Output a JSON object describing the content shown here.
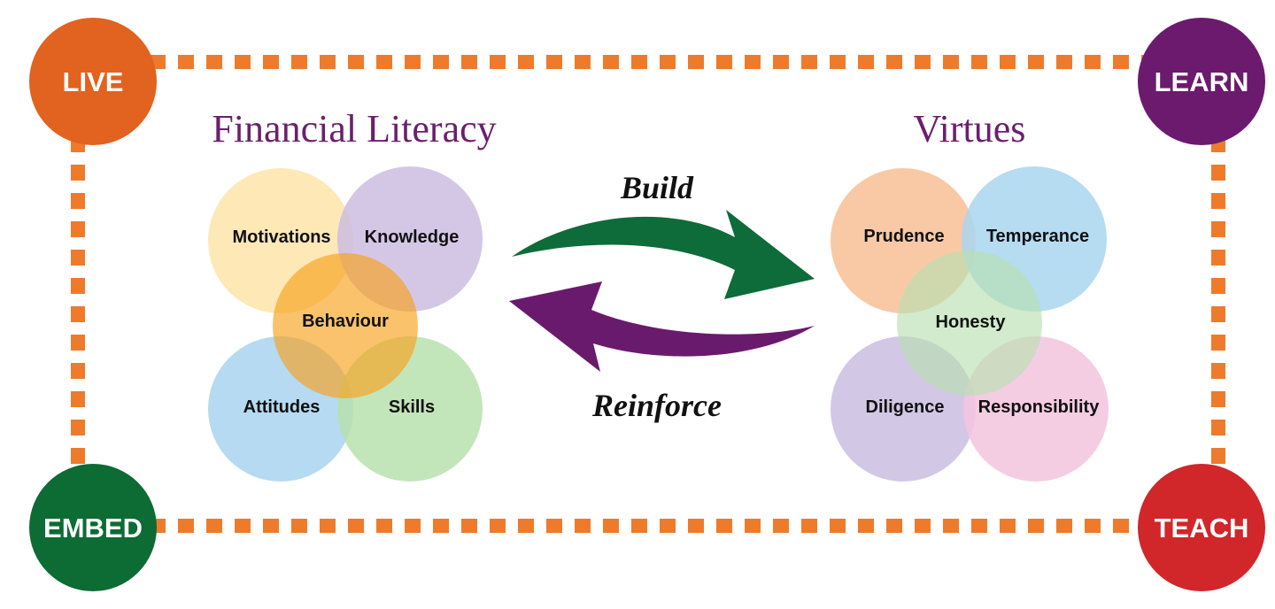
{
  "colors": {
    "border": "#ee7b2c",
    "title": "#6b1f6e",
    "build_arrow": "#0e6b3a",
    "reinforce_arrow": "#6a1a6d",
    "live": "#e2621f",
    "learn": "#6b1a6e",
    "embed": "#0d6b34",
    "teach": "#d1262a"
  },
  "corners": {
    "live": "LIVE",
    "learn": "LEARN",
    "embed": "EMBED",
    "teach": "TEACH"
  },
  "financial_literacy": {
    "title": "Financial Literacy",
    "circles": {
      "motivations": {
        "label": "Motivations",
        "color": "#fde4a9"
      },
      "knowledge": {
        "label": "Knowledge",
        "color": "#cdbde2"
      },
      "behaviour": {
        "label": "Behaviour",
        "color": "#f7a21b"
      },
      "attitudes": {
        "label": "Attitudes",
        "color": "#a8d4f0"
      },
      "skills": {
        "label": "Skills",
        "color": "#b9e0ae"
      }
    }
  },
  "virtues": {
    "title": "Virtues",
    "circles": {
      "prudence": {
        "label": "Prudence",
        "color": "#f8bf95"
      },
      "temperance": {
        "label": "Temperance",
        "color": "#a9d6f0"
      },
      "honesty": {
        "label": "Honesty",
        "color": "#b9e0b0"
      },
      "diligence": {
        "label": "Diligence",
        "color": "#cbbde2"
      },
      "responsibility": {
        "label": "Responsibility",
        "color": "#f3c4de"
      }
    }
  },
  "arrows": {
    "build": "Build",
    "reinforce": "Reinforce"
  }
}
